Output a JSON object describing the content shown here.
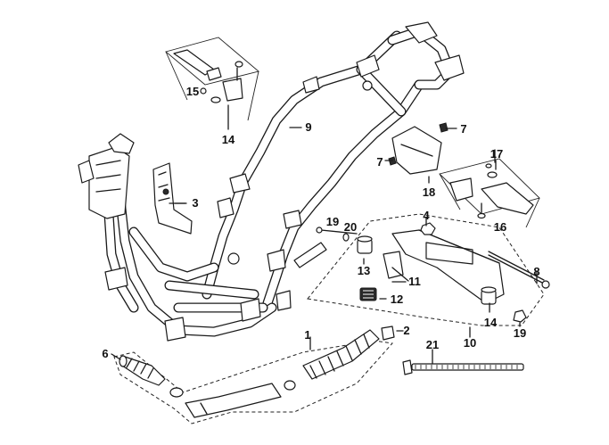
{
  "callouts": [
    {
      "id": "c1",
      "text": "1"
    },
    {
      "id": "c2",
      "text": "2"
    },
    {
      "id": "c3",
      "text": "3"
    },
    {
      "id": "c4",
      "text": "4"
    },
    {
      "id": "c6",
      "text": "6"
    },
    {
      "id": "c7a",
      "text": "7"
    },
    {
      "id": "c7b",
      "text": "7"
    },
    {
      "id": "c8",
      "text": "8"
    },
    {
      "id": "c9",
      "text": "9"
    },
    {
      "id": "c10",
      "text": "10"
    },
    {
      "id": "c11",
      "text": "11"
    },
    {
      "id": "c12",
      "text": "12"
    },
    {
      "id": "c13",
      "text": "13"
    },
    {
      "id": "c14a",
      "text": "14"
    },
    {
      "id": "c14b",
      "text": "14"
    },
    {
      "id": "c15",
      "text": "15"
    },
    {
      "id": "c16",
      "text": "16"
    },
    {
      "id": "c17",
      "text": "17"
    },
    {
      "id": "c18",
      "text": "18"
    },
    {
      "id": "c19a",
      "text": "19"
    },
    {
      "id": "c19b",
      "text": "19"
    },
    {
      "id": "c20",
      "text": "20"
    },
    {
      "id": "c21",
      "text": "21"
    }
  ]
}
